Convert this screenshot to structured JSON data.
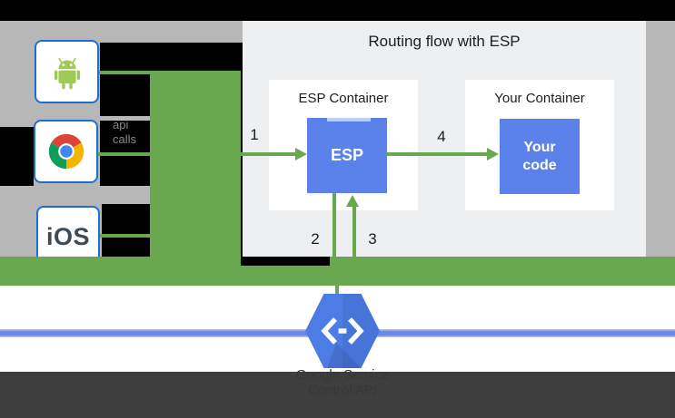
{
  "title": "Routing flow with ESP",
  "clients": {
    "android": {
      "icon": "android-robot-icon"
    },
    "chrome": {
      "icon": "chrome-browser-icon"
    },
    "ios": {
      "label": "iOS"
    }
  },
  "api_calls": {
    "line1": "api",
    "line2": "calls"
  },
  "esp_container": {
    "title": "ESP Container",
    "esp_label": "ESP"
  },
  "your_container": {
    "title": "Your Container",
    "code_line1": "Your",
    "code_line2": "code"
  },
  "steps": [
    "1",
    "2",
    "3",
    "4"
  ],
  "service_caption": {
    "line1": "Google Service",
    "line2": "Control API"
  },
  "colors": {
    "green": "#6aa850",
    "container_blue": "#5b81ea",
    "icon_border_blue": "#1a6fd4",
    "hexagon_blue": "#4d7ce4",
    "network_line_blue": "#6d87e8",
    "backdrop_gray": "#b7b7b7",
    "panel_gray": "#edeff0",
    "footer_band_dark": "#3e3e3e"
  }
}
